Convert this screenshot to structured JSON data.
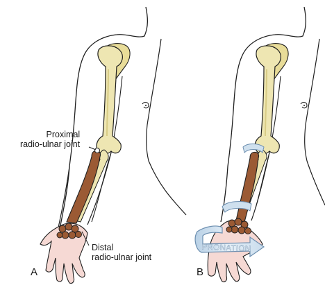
{
  "panels": [
    {
      "letter": "A",
      "labels": {
        "proximal_line1": "Proximal",
        "proximal_line2": "radio-ulnar joint",
        "distal_line1": "Distal",
        "distal_line2": "radio-ulnar joint"
      }
    },
    {
      "letter": "B",
      "arrow_label": "PRONATION"
    }
  ],
  "colors": {
    "outline": "#1f1f1f",
    "bone": "#eee6b2",
    "bone_shade": "#d8cc86",
    "radius": "#9b5a34",
    "radius_dark": "#6f3b1f",
    "skin_hand": "#f6d9d4",
    "arrow_fill": "#d7e6f2",
    "arrow_stroke": "#6d8fb0"
  }
}
